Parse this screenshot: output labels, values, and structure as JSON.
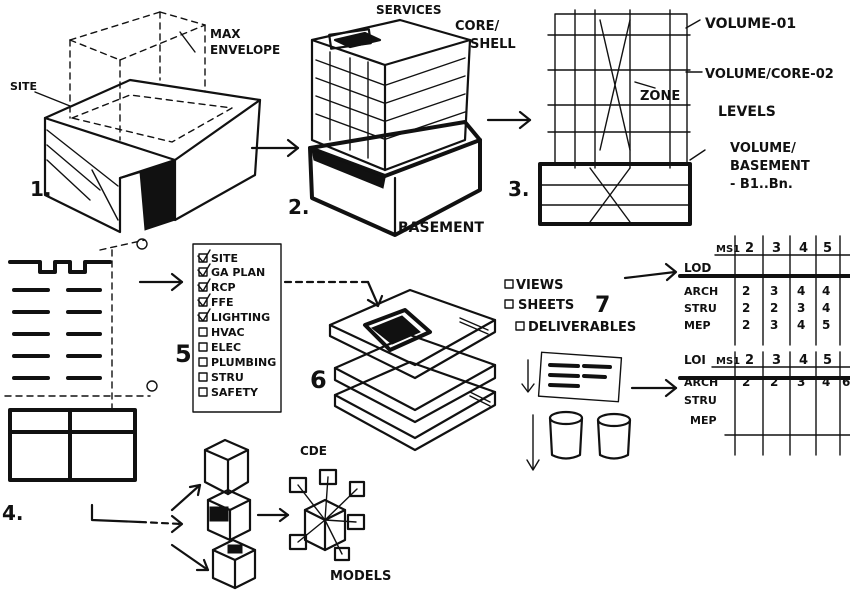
{
  "step_numbers": [
    "1.",
    "2.",
    "3.",
    "4.",
    "5",
    "6",
    "7"
  ],
  "step1": {
    "site": "SITE",
    "envelope": [
      "MAX",
      "ENVELOPE"
    ]
  },
  "step2": {
    "services": "SERVICES",
    "core_shell": [
      "CORE/",
      "SHELL"
    ],
    "basement": "BASEMENT"
  },
  "step3": {
    "volume_01": "VOLUME-01",
    "volume_core_02": "VOLUME/CORE-02",
    "zone": "ZONE",
    "levels": "LEVELS",
    "volume_basement": [
      "VOLUME/",
      "BASEMENT",
      "- B1..Bn."
    ]
  },
  "checklist": [
    "SITE",
    "GA PLAN",
    "RCP",
    "FFE",
    "LIGHTING",
    "HVAC",
    "ELEC",
    "PLUMBING",
    "STRU",
    "SAFETY"
  ],
  "step7": {
    "items": [
      "VIEWS",
      "SHEETS",
      "DELIVERABLES"
    ]
  },
  "lod_table": {
    "title": "LOD",
    "columns": [
      "MS1",
      "2",
      "3",
      "4",
      "5"
    ],
    "rows": [
      {
        "label": "ARCH",
        "values": [
          "2",
          "3",
          "4",
          "4",
          ""
        ]
      },
      {
        "label": "STRU",
        "values": [
          "2",
          "2",
          "3",
          "4",
          ""
        ]
      },
      {
        "label": "MEP",
        "values": [
          "2",
          "3",
          "4",
          "5",
          ""
        ]
      }
    ]
  },
  "loi_table": {
    "title": "LOI",
    "columns": [
      "MS1",
      "2",
      "3",
      "4",
      "5"
    ],
    "rows": [
      {
        "label": "ARCH",
        "values": [
          "2",
          "2",
          "3",
          "4",
          "6"
        ]
      },
      {
        "label": "STRU",
        "values": [
          "",
          "",
          "",
          "",
          ""
        ]
      },
      {
        "label": "MEP",
        "values": [
          "",
          "",
          "",
          "",
          ""
        ]
      }
    ]
  },
  "cde": "CDE",
  "models": "MODELS",
  "colors": {
    "ink": "#111111",
    "paper": "#ffffff"
  }
}
